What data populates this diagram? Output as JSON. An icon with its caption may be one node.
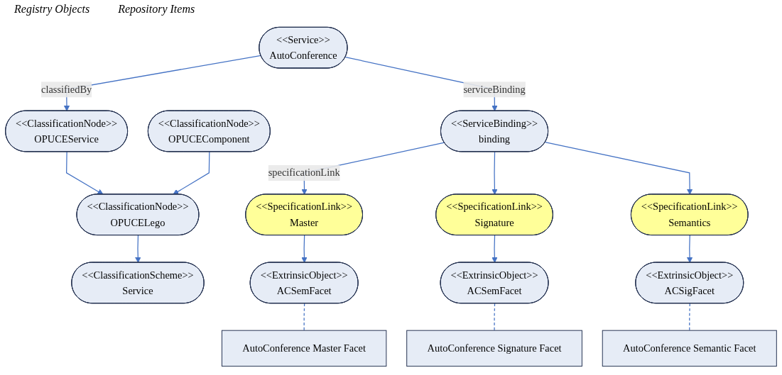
{
  "diagram": {
    "nodes": [
      {
        "text": [
          "<<ClassificationScheme>>",
          "Service"
        ]
      },
      {
        "text": [
          "<<ClassificationNode>>",
          "OPUCELego"
        ]
      },
      {
        "text": [
          "<<ClassificationNode>>",
          "OPUCEService"
        ]
      },
      {
        "text": [
          "<<ClassificationNode>>",
          "OPUCEComponent"
        ]
      },
      {
        "text": [
          "<<Service>>",
          "AutoConference"
        ]
      },
      {
        "text": [
          "<<ServiceBinding>>",
          "binding"
        ]
      },
      {
        "text": [
          "<<SpecificationLink>>",
          "Master"
        ]
      },
      {
        "text": [
          "<<SpecificationLink>>",
          "Signature"
        ]
      },
      {
        "text": [
          "<<SpecificationLink>>",
          "Semantics"
        ]
      },
      {
        "text": [
          "<<ExtrinsicObject>>",
          "ACSemFacet"
        ]
      },
      {
        "text": [
          "<<ExtrinsicObject>>",
          "ACSemFacet"
        ]
      },
      {
        "text": [
          "<<ExtrinsicObject>>",
          "ACSigFacet"
        ]
      },
      {
        "text": [
          "AutoConference Master Facet"
        ]
      },
      {
        "text": [
          "AutoConference Signature Facet"
        ]
      },
      {
        "text": [
          "AutoConference Semantic Facet"
        ]
      }
    ],
    "edges": [
      {
        "from": 1,
        "to": 0,
        "arrow": "to"
      },
      {
        "from": 2,
        "to": 1,
        "arrow": "to"
      },
      {
        "from": 3,
        "to": 1,
        "arrow": "to"
      },
      {
        "from": 4,
        "to": 2,
        "arrow": "to",
        "label": "classifiedBy"
      },
      {
        "from": 4,
        "to": 5,
        "arrow": "to",
        "label": "serviceBinding"
      },
      {
        "from": 5,
        "to": 6,
        "arrow": "to",
        "label": "specificationLink"
      },
      {
        "from": 5,
        "to": 7,
        "arrow": "to"
      },
      {
        "from": 5,
        "to": 8,
        "arrow": "to"
      },
      {
        "from": 6,
        "to": 9,
        "arrow": "to"
      },
      {
        "from": 7,
        "to": 10,
        "arrow": "to"
      },
      {
        "from": 8,
        "to": 11,
        "arrow": "to"
      },
      {
        "from": 9,
        "to": 12,
        "arrow": "none",
        "style": "dashed"
      },
      {
        "from": 10,
        "to": 13,
        "arrow": "none",
        "style": "dashed"
      },
      {
        "from": 11,
        "to": 14,
        "arrow": "none",
        "style": "dashed"
      }
    ],
    "labels": [
      "Registry Objects",
      "Repository Items"
    ]
  }
}
